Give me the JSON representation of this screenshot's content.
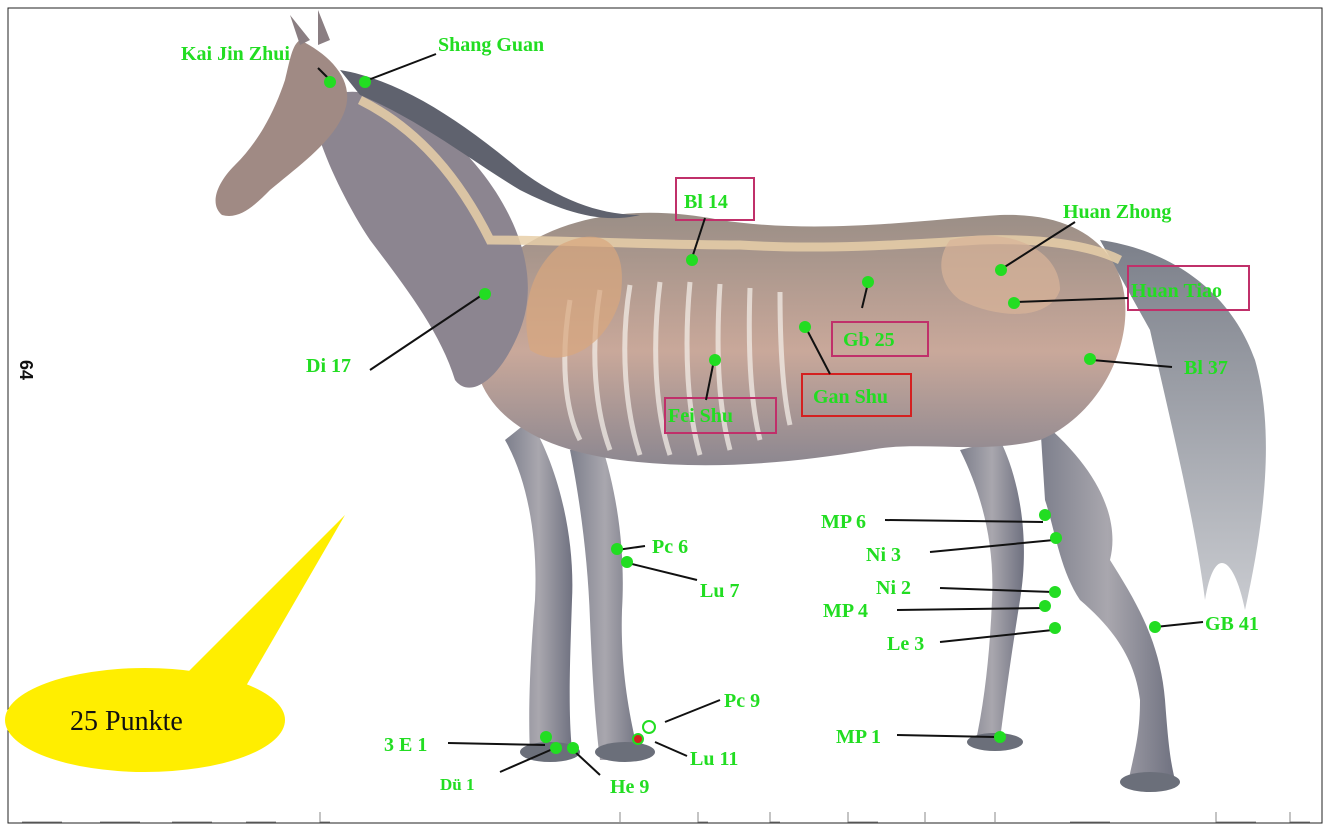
{
  "page_number": "64",
  "callout": {
    "text": "25 Punkte",
    "color": "#ffee00"
  },
  "colors": {
    "label": "#22dd22",
    "point": "#22dd22",
    "box_pink": "#c0306a",
    "box_red": "#d42020",
    "leader": "#111111"
  },
  "labels": {
    "kai_jin_zhui": "Kai Jin Zhui",
    "shang_guan": "Shang Guan",
    "bl_14": "Bl 14",
    "huan_zhong": "Huan Zhong",
    "huan_tiao": "Huan Tiao",
    "di_17": "Di 17",
    "gb_25": "Gb 25",
    "bl_37": "Bl 37",
    "fei_shu": "Fei Shu",
    "gan_shu": "Gan Shu",
    "pc_6": "Pc 6",
    "lu_7": "Lu 7",
    "mp_6": "MP 6",
    "ni_3": "Ni 3",
    "ni_2": "Ni 2",
    "mp_4": "MP 4",
    "le_3": "Le 3",
    "gb_41": "GB 41",
    "pc_9": "Pc 9",
    "e_1": "3 E 1",
    "lu_11": "Lu 11",
    "mp_1": "MP 1",
    "du_1": "Dü 1",
    "he_9": "He 9"
  }
}
